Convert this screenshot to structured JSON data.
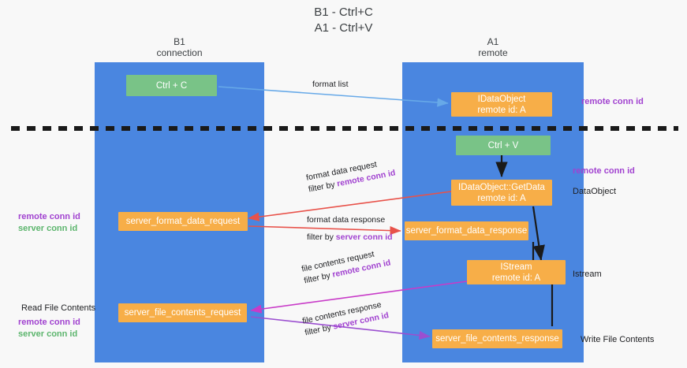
{
  "title": {
    "line1": "B1 - Ctrl+C",
    "line2": "A1 - Ctrl+V"
  },
  "columns": [
    {
      "name": "B1",
      "sub": "connection"
    },
    {
      "name": "A1",
      "sub": "remote"
    }
  ],
  "colors": {
    "lane": "#4a86e0",
    "green_node": "#79c387",
    "orange_node": "#f7ae48",
    "purple_key": "#a142d0",
    "green_key": "#5cb56d",
    "red_arrow": "#e8524a",
    "magenta_arrow": "#c83bc8",
    "purple_arrow": "#9b4fd0",
    "blue_arrow": "#67a9e8",
    "black_arrow": "#1a1a1a",
    "divider": "#1a1a1a",
    "background": "#f8f8f8"
  },
  "nodes": {
    "ctrl_c": "Ctrl + C",
    "ctrl_v": "Ctrl + V",
    "idataobject_top_l1": "IDataObject",
    "idataobject_top_l2": "remote id: A",
    "getdata_l1": "IDataObject::GetData",
    "getdata_l2": "remote id: A",
    "istream_l1": "IStream",
    "istream_l2": "remote id: A",
    "server_format_data_request": "server_format_data_request",
    "server_format_data_response": "server_format_data_response",
    "server_file_contents_request": "server_file_contents_request",
    "server_file_contents_response": "server_file_contents_response"
  },
  "edges": {
    "format_list": "format list",
    "format_data_request": "format data request",
    "format_data_request_filter_prefix": "filter by ",
    "format_data_request_filter_key": "remote conn id",
    "format_data_response": "format data response",
    "format_data_response_filter_prefix": "filter by ",
    "format_data_response_filter_key": "server conn id",
    "file_contents_request": "file contents request",
    "file_contents_request_filter_prefix": "filter by ",
    "file_contents_request_filter_key": "remote conn id",
    "file_contents_response": "file contents response",
    "file_contents_response_filter_prefix": "filter by ",
    "file_contents_response_filter_key": "server conn id"
  },
  "annotations": {
    "right_remote_conn_id_top": "remote conn id",
    "right_remote_conn_id_mid": "remote conn id",
    "right_dataobject": "DataObject",
    "right_istream": "Istream",
    "right_write_file_contents": "Write File Contents",
    "left_remote_conn_id": "remote conn id",
    "left_server_conn_id": "server conn id",
    "left_read_file_contents": "Read File Contents",
    "left_remote_conn_id_2": "remote conn id",
    "left_server_conn_id_2": "server conn id"
  }
}
